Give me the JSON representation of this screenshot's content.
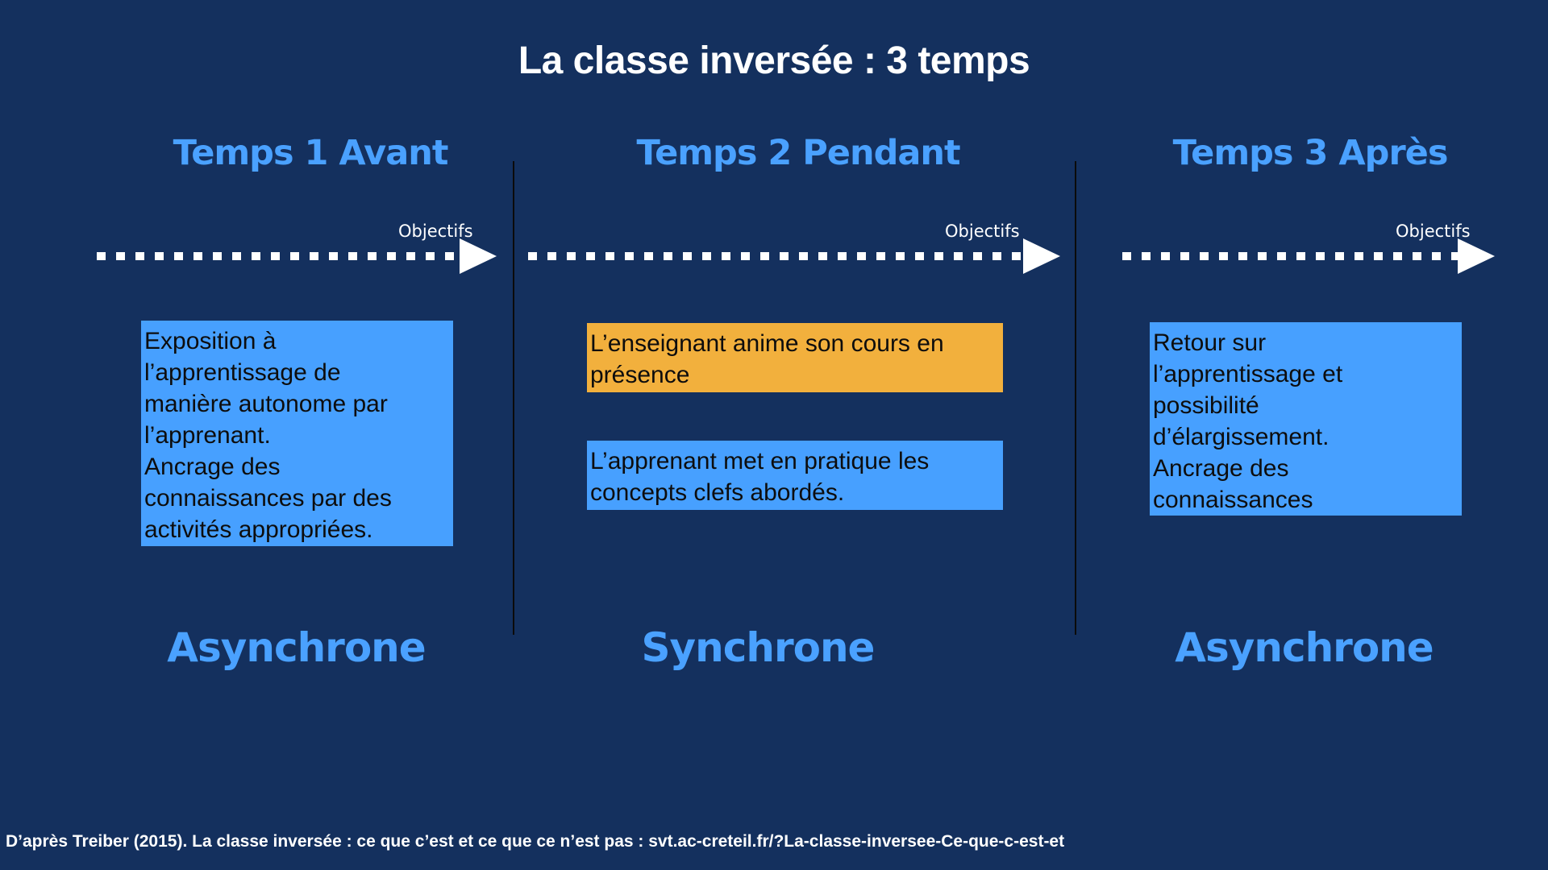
{
  "title": "La classe inversée : 3 temps",
  "columns": [
    {
      "heading": "Temps 1  Avant",
      "objective_label": "Objectifs",
      "boxes": [
        {
          "text": "Exposition à\nl’apprentissage de\nmanière autonome par\nl’apprenant.\nAncrage des\nconnaissances par des\nactivités appropriées.",
          "color": "#47a0ff"
        }
      ],
      "mode": "Asynchrone"
    },
    {
      "heading": "Temps 2 Pendant",
      "objective_label": "Objectifs",
      "boxes": [
        {
          "text": "L’enseignant anime son cours en\nprésence",
          "color": "#f2b03d"
        },
        {
          "text": "L’apprenant met en pratique les\nconcepts clefs abordés.",
          "color": "#47a0ff"
        }
      ],
      "mode": "Synchrone"
    },
    {
      "heading": "Temps 3 Après",
      "objective_label": "Objectifs",
      "boxes": [
        {
          "text": "Retour sur\nl’apprentissage et\npossibilité\nd’élargissement.\nAncrage des\nconnaissances",
          "color": "#47a0ff"
        }
      ],
      "mode": "Asynchrone"
    }
  ],
  "footer": "D’après Treiber (2015). La classe inversée : ce que c’est et ce que ce n’est pas : svt.ac-creteil.fr/?La-classe-inversee-Ce-que-c-est-et",
  "colors": {
    "background": "#14305e",
    "heading": "#4aa1ff",
    "box_blue": "#47a0ff",
    "box_orange": "#f2b03d"
  }
}
